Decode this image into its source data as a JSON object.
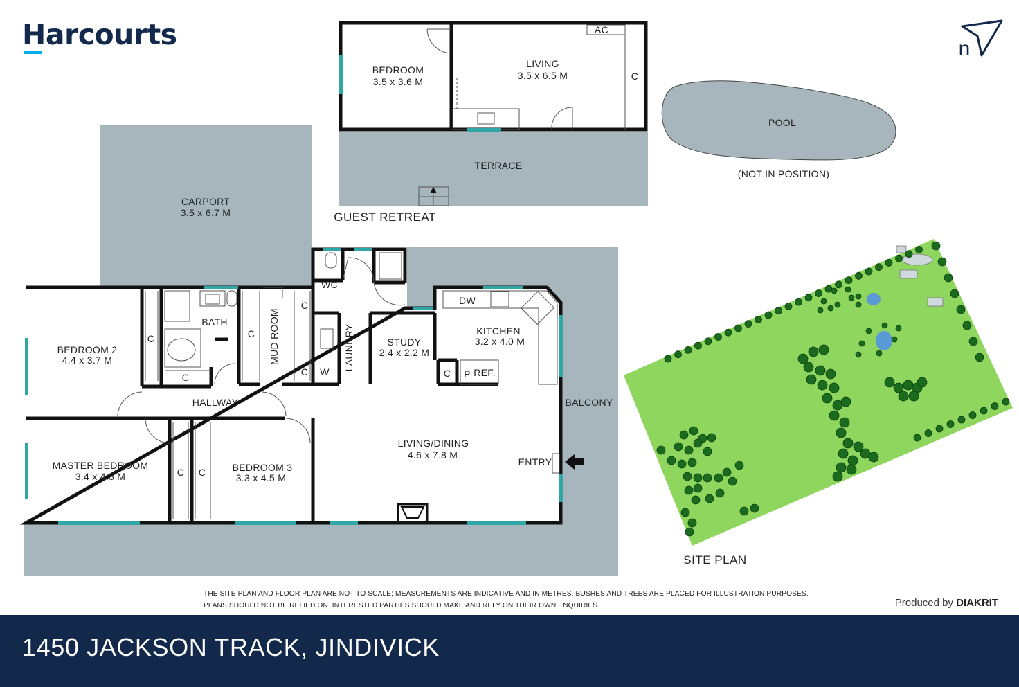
{
  "brand": {
    "name": "Harcourts",
    "color": "#13294b",
    "accent": "#00adef"
  },
  "compass": {
    "letter": "n",
    "icon": "north-arrow-icon"
  },
  "colors": {
    "outdoor": "#a7b6bd",
    "wall": "#111111",
    "window": "#2fa7a7",
    "lawn": "#8fd65e",
    "tree": "#1a6b1e",
    "pond": "#5b9bd5"
  },
  "guest_retreat": {
    "title": "GUEST RETREAT",
    "bedroom": {
      "name": "BEDROOM",
      "size": "3.5 x 3.6 M"
    },
    "living": {
      "name": "LIVING",
      "size": "3.5 x 6.5 M"
    },
    "ac": "AC",
    "cupboard": "C",
    "terrace": "TERRACE"
  },
  "pool": {
    "name": "POOL",
    "note": "(NOT IN POSITION)"
  },
  "carport": {
    "name": "CARPORT",
    "size": "3.5 x 6.7 M"
  },
  "main_house": {
    "bedroom2": {
      "name": "BEDROOM 2",
      "size": "4.4 x 3.7 M"
    },
    "bath": "BATH",
    "mud_room": "MUD ROOM",
    "wc": "WC",
    "laundry": "LAUNDRY",
    "study": {
      "name": "STUDY",
      "size": "2.4 x 2.2 M"
    },
    "kitchen": {
      "name": "KITCHEN",
      "size": "3.2 x 4.0 M"
    },
    "dw": "DW",
    "pantry": "P",
    "ref": "REF.",
    "hallway": "HALLWAY",
    "master": {
      "name": "MASTER BEDROOM",
      "size": "3.4 x 4.8 M"
    },
    "bedroom3": {
      "name": "BEDROOM 3",
      "size": "3.3 x 4.5 M"
    },
    "living_dining": {
      "name": "LIVING/DINING",
      "size": "4.6 x 7.8 M"
    },
    "entry": "ENTRY",
    "balcony": "BALCONY",
    "cupboard": "C",
    "washer": "W"
  },
  "site_plan": {
    "title": "SITE PLAN"
  },
  "disclaimer": {
    "line1": "THE SITE PLAN AND FLOOR PLAN ARE NOT TO SCALE; MEASUREMENTS ARE INDICATIVE AND IN METRES. BUSHES AND TREES ARE PLACED FOR ILLUSTRATION PURPOSES.",
    "line2": "PLANS SHOULD NOT BE RELIED ON. INTERESTED PARTIES SHOULD MAKE AND RELY ON THEIR OWN ENQUIRIES."
  },
  "produced_by": {
    "prefix": "Produced by",
    "brand": "DIAKRIT"
  },
  "address": "1450 JACKSON TRACK, JINDIVICK"
}
